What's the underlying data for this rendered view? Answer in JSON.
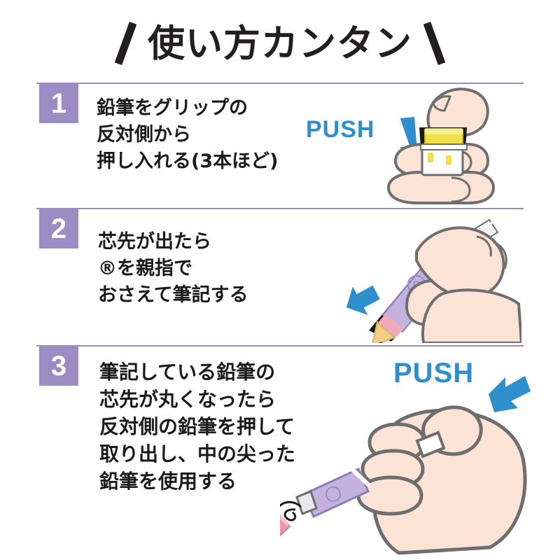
{
  "page": {
    "title_text": "使い方カンタン",
    "slash_left": "\\",
    "slash_right": "/",
    "background_color": "#ffffff",
    "accent_purple": "#9b8cc4",
    "accent_blue": "#2e8fcc",
    "text_color": "#1a1a1a"
  },
  "steps": [
    {
      "number": "1",
      "lines": [
        "鉛筆をグリップの",
        "反対側から",
        "押し入れる(3本ほど)"
      ],
      "callout": "PUSH",
      "arrow_direction": "down-left",
      "illustration": "hand-inserting-pencil-into-grip"
    },
    {
      "number": "2",
      "lines": [
        "芯先が出たら",
        "®を親指で",
        "おさえて筆記する"
      ],
      "callout": "",
      "arrow_direction": "up-left",
      "illustration": "hand-writing-with-grip-pencil"
    },
    {
      "number": "3",
      "lines": [
        "筆記している鉛筆の",
        "芯先が丸くなったら",
        "反対側の鉛筆を押して",
        "取り出し、中の尖った",
        "鉛筆を使用する"
      ],
      "callout": "PUSH",
      "arrow_direction": "down-left",
      "illustration": "fist-ejecting-pencil-from-grip"
    }
  ]
}
